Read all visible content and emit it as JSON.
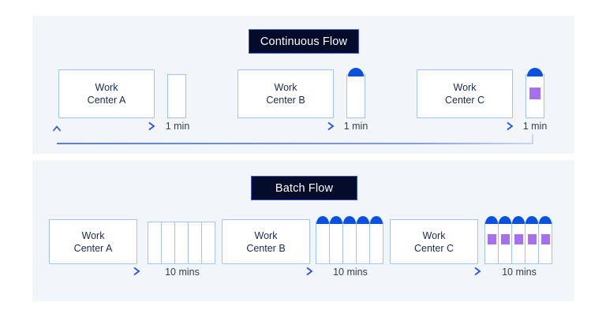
{
  "diagram": {
    "title_continuous": "Continuous Flow",
    "title_batch": "Batch Flow",
    "colors": {
      "panel_bg": "#f2f5fa",
      "badge_bg": "#040b2b",
      "badge_text": "#ffffff",
      "box_border": "#9fc4f5",
      "box_text": "#1b2a52",
      "arrow": "#2555e8",
      "tube_cap": "#0b51e0",
      "tube_label": "#a770ee",
      "duration_text": "#344054"
    }
  },
  "continuous": {
    "stages": [
      {
        "name": "work-center-a",
        "label_line1": "Work",
        "label_line2": "Center A",
        "duration": "1 min",
        "tube_count": 1,
        "capped": false,
        "labeled": false
      },
      {
        "name": "work-center-b",
        "label_line1": "Work",
        "label_line2": "Center B",
        "duration": "1 min",
        "tube_count": 1,
        "capped": true,
        "labeled": false
      },
      {
        "name": "work-center-c",
        "label_line1": "Work",
        "label_line2": "Center C",
        "duration": "1 min",
        "tube_count": 1,
        "capped": true,
        "labeled": true
      }
    ]
  },
  "batch": {
    "stages": [
      {
        "name": "work-center-a",
        "label_line1": "Work",
        "label_line2": "Center A",
        "duration": "10 mins",
        "tube_count": 5,
        "capped": false,
        "labeled": false
      },
      {
        "name": "work-center-b",
        "label_line1": "Work",
        "label_line2": "Center B",
        "duration": "10 mins",
        "tube_count": 5,
        "capped": true,
        "labeled": false
      },
      {
        "name": "work-center-c",
        "label_line1": "Work",
        "label_line2": "Center C",
        "duration": "10 mins",
        "tube_count": 5,
        "capped": true,
        "labeled": true
      }
    ]
  }
}
